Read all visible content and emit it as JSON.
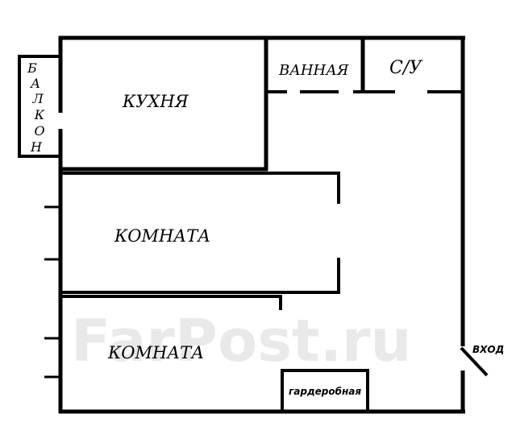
{
  "rooms": {
    "kitchen": "КУХНЯ",
    "bathroom": "ВАННАЯ",
    "toilet": "С/У",
    "room1": "КОМНАТА",
    "room2": "КОМНАТА",
    "wardrobe": "гардеробная",
    "balcony_letters": [
      "Б",
      "А",
      "Л",
      "К",
      "О",
      "Н"
    ],
    "entrance": "ВХОД"
  },
  "watermark": "FarPost.ru",
  "colors": {
    "wall": "#000000",
    "background": "#ffffff",
    "watermark": "#e9e9e9"
  }
}
